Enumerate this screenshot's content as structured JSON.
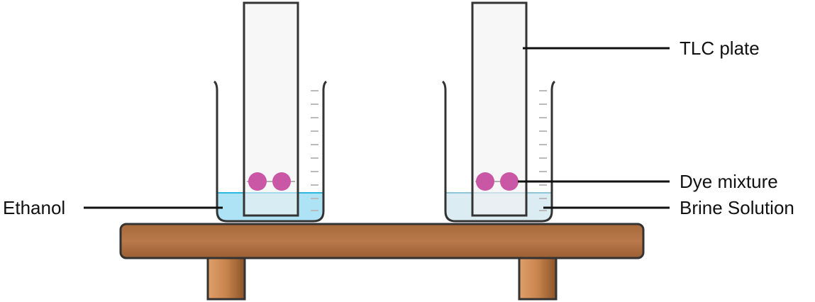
{
  "labels": {
    "tlc_plate": "TLC plate",
    "dye_mixture": "Dye mixture",
    "brine_solution": "Brine Solution",
    "ethanol": "Ethanol"
  },
  "colors": {
    "ethanol_liquid": "#aee3f6",
    "ethanol_surface": "#2cb8e0",
    "brine_liquid": "#dcecf3",
    "brine_surface": "#8fc6db",
    "dye_spot": "#c957a5",
    "tlc_plate": "#f2f2f2",
    "wood": "#b87a45",
    "wood_edge": "#333333"
  }
}
